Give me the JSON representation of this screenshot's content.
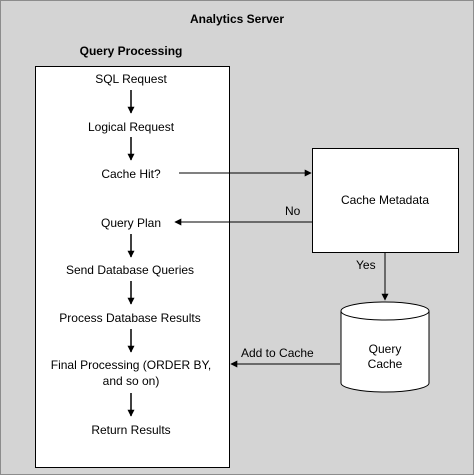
{
  "server_title": "Analytics Server",
  "processing": {
    "title": "Query Processing",
    "steps": {
      "sql_request": "SQL Request",
      "logical_request": "Logical Request",
      "cache_hit": "Cache Hit?",
      "query_plan": "Query Plan",
      "send_queries": "Send Database Queries",
      "process_results": "Process Database Results",
      "final_processing_1": "Final Processing (ORDER BY,",
      "final_processing_2": "and so on)",
      "return_results": "Return Results"
    }
  },
  "cache_metadata": {
    "label": "Cache Metadata"
  },
  "query_cache": {
    "line1": "Query",
    "line2": "Cache"
  },
  "edge_labels": {
    "no": "No",
    "yes": "Yes",
    "add_to_cache": "Add to Cache"
  },
  "colors": {
    "background": "#d4d4d4",
    "box_fill": "#ffffff",
    "line": "#000000"
  }
}
